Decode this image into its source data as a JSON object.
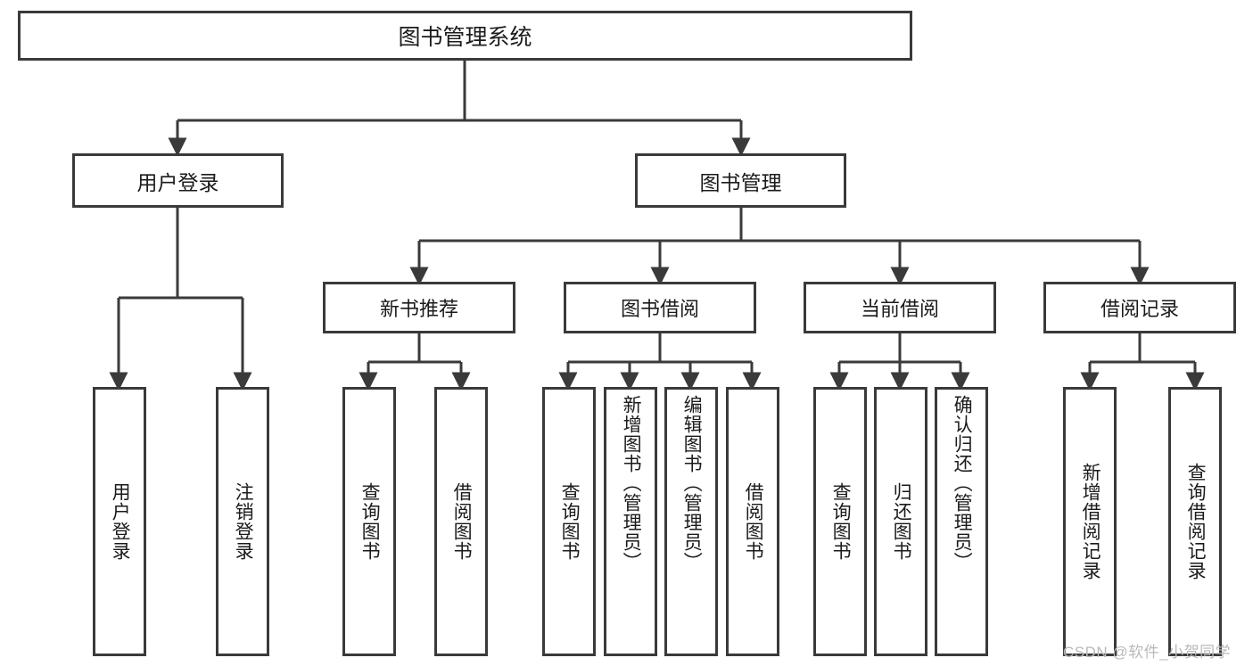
{
  "diagram": {
    "type": "tree-hierarchy",
    "title": "图书管理系统",
    "watermark": "CSDN @软件_小贺同学",
    "colors": {
      "stroke": "#3a3a3a",
      "fill": "#ffffff",
      "text": "#1b1b1b",
      "watermark": "#b9b9b9"
    }
  },
  "nodes": {
    "root": {
      "label": "图书管理系统"
    },
    "level2": [
      {
        "id": "user-login",
        "label": "用户登录"
      },
      {
        "id": "book-manage",
        "label": "图书管理"
      }
    ],
    "level3": [
      {
        "id": "new-book-recommend",
        "label": "新书推荐"
      },
      {
        "id": "book-borrow",
        "label": "图书借阅"
      },
      {
        "id": "current-borrow",
        "label": "当前借阅"
      },
      {
        "id": "borrow-record",
        "label": "借阅记录"
      }
    ],
    "leaves": {
      "user-login": [
        {
          "id": "leaf-user-login",
          "label": "用户登录"
        },
        {
          "id": "leaf-logout",
          "label": "注销登录"
        }
      ],
      "new-book-recommend": [
        {
          "id": "leaf-query-book-1",
          "label": "查询图书"
        },
        {
          "id": "leaf-borrow-book-1",
          "label": "借阅图书"
        }
      ],
      "book-borrow": [
        {
          "id": "leaf-query-book-2",
          "label": "查询图书"
        },
        {
          "id": "leaf-add-book",
          "label": "新增图书（管理员）"
        },
        {
          "id": "leaf-edit-book",
          "label": "编辑图书（管理员）"
        },
        {
          "id": "leaf-borrow-book-2",
          "label": "借阅图书"
        }
      ],
      "current-borrow": [
        {
          "id": "leaf-query-book-3",
          "label": "查询图书"
        },
        {
          "id": "leaf-return-book",
          "label": "归还图书"
        },
        {
          "id": "leaf-confirm-return",
          "label": "确认归还（管理员）"
        }
      ],
      "borrow-record": [
        {
          "id": "leaf-add-record",
          "label": "新增借阅记录"
        },
        {
          "id": "leaf-query-record",
          "label": "查询借阅记录"
        }
      ]
    }
  }
}
